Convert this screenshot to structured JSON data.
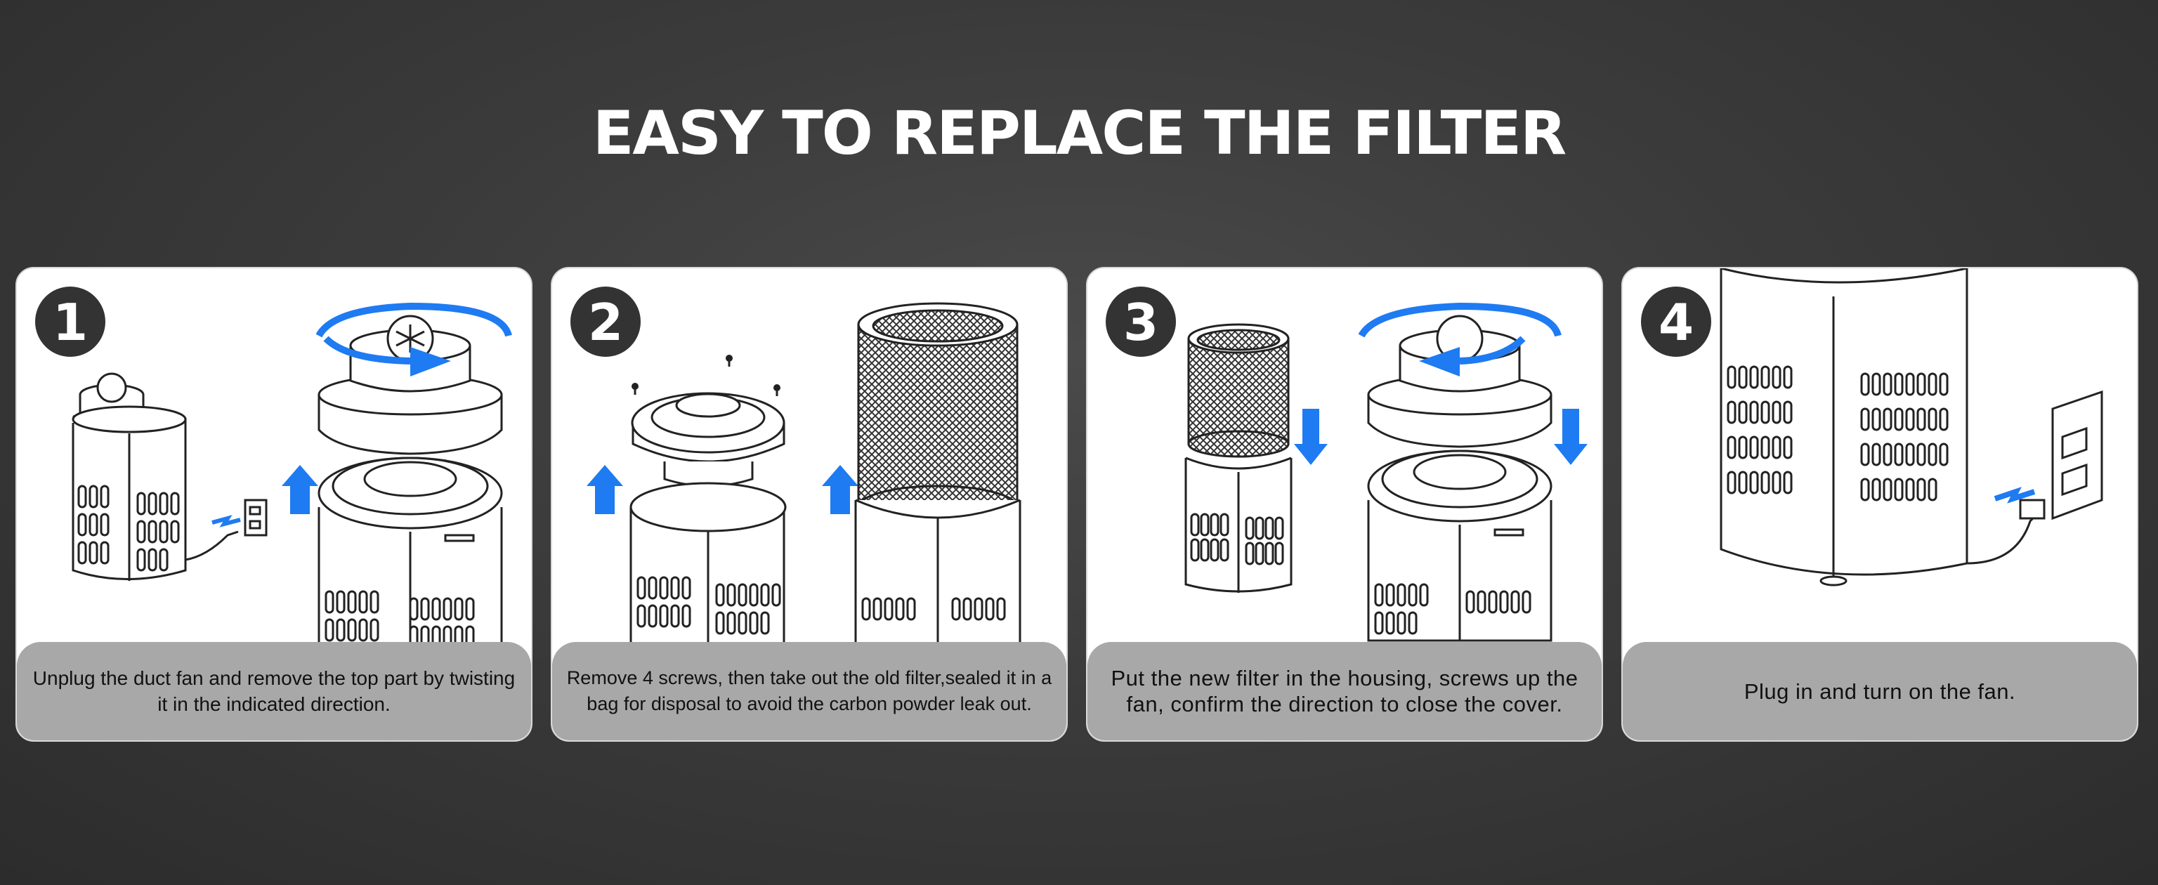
{
  "title": "EASY TO REPLACE THE FILTER",
  "steps": [
    {
      "number": "1",
      "caption": "Unplug the duct fan and remove the top part by twisting it in the indicated direction."
    },
    {
      "number": "2",
      "caption": "Remove 4 screws, then take out the old filter,sealed it in a bag for disposal to avoid the carbon powder leak out."
    },
    {
      "number": "3",
      "caption": "Put the new filter in the housing, screws up the fan, confirm the direction to close the cover."
    },
    {
      "number": "4",
      "caption": "Plug in and turn on the fan."
    }
  ],
  "colors": {
    "accent_arrow": "#1e7bf2",
    "badge": "#333333",
    "caption_bg": "#a8a8a8"
  }
}
